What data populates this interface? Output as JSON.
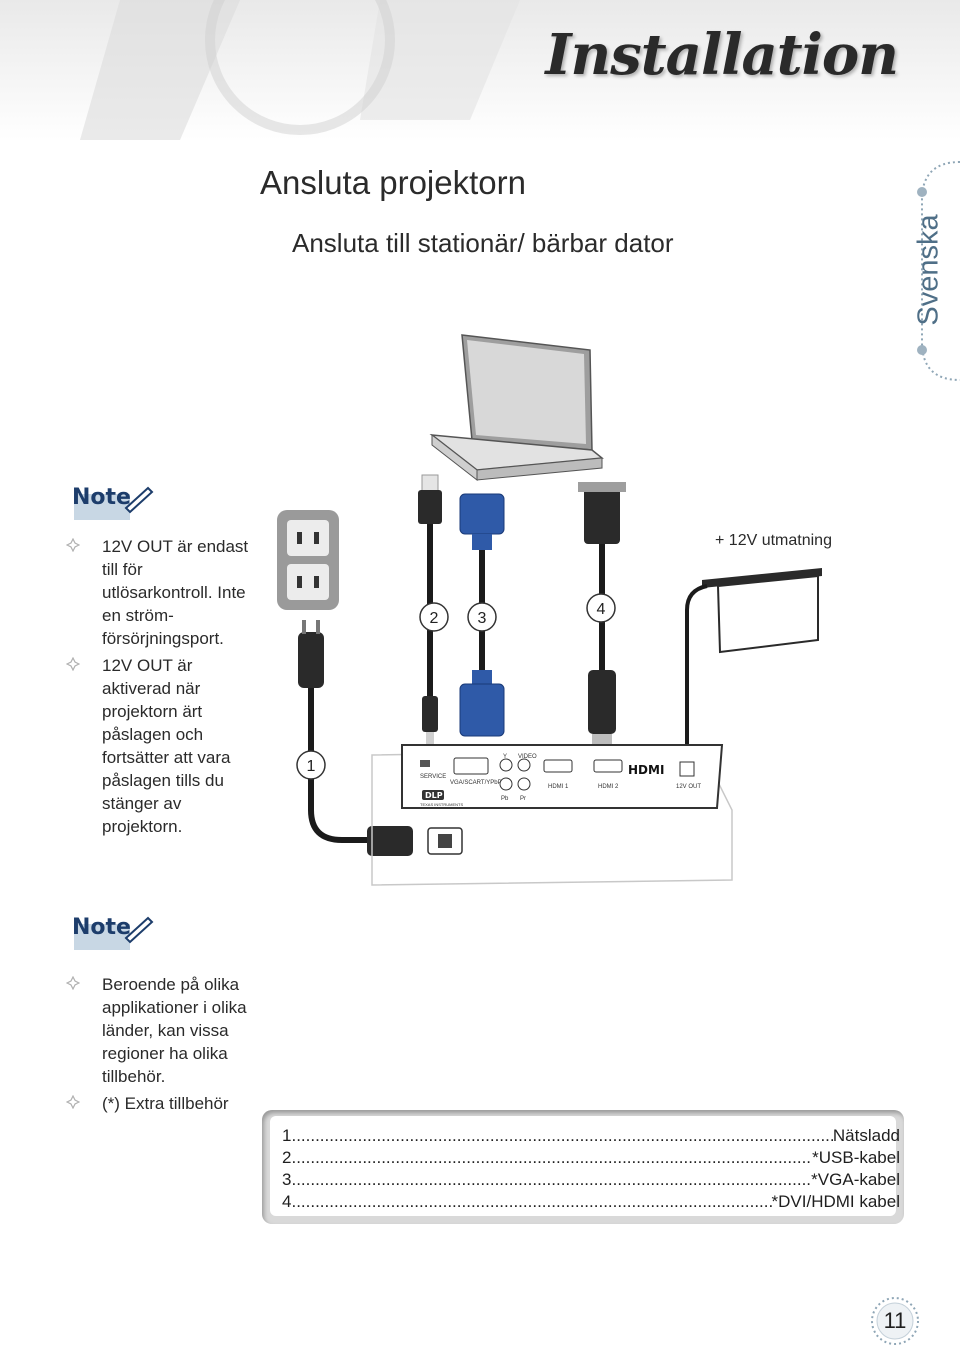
{
  "header": {
    "title": "Installation"
  },
  "side_tab": {
    "label": "Svenska"
  },
  "section": {
    "title": "Ansluta projektorn",
    "subtitle": "Ansluta till stationär/ bärbar dator"
  },
  "note_logo_text": "Note",
  "notes_top": [
    "12V OUT är endast till för utlösarkontroll. Inte en ström-försörjningsport.",
    "12V OUT är aktiverad när projektorn ärt påslagen och fortsätter att vara påslagen tills du stänger av projektorn."
  ],
  "notes_bottom": [
    "Beroende på olika applikationer i olika länder, kan vissa regioner ha olika tillbehör.",
    "(*) Extra tillbehör"
  ],
  "diagram": {
    "output_label": "+ 12V utmatning",
    "callouts": [
      "1",
      "2",
      "3",
      "4"
    ],
    "panel_labels": [
      "SERVICE",
      "VGA/SCART/YPbPr",
      "Y",
      "VIDEO",
      "Pb",
      "Pr",
      "HDMI 1",
      "HDMI 2",
      "12V OUT"
    ],
    "logos": [
      "DLP",
      "HDMI",
      "TEXAS INSTRUMENTS"
    ]
  },
  "legend": [
    {
      "num": "1",
      "item": "Nätsladd"
    },
    {
      "num": "2",
      "item": "*USB-kabel"
    },
    {
      "num": "3",
      "item": "*VGA-kabel"
    },
    {
      "num": "4",
      "item": "*DVI/HDMI kabel"
    }
  ],
  "page_number": "11",
  "colors": {
    "accent": "#4f6f87",
    "text": "#2a2a2a",
    "bullet": "#bfbfbf"
  },
  "icons": [
    "laptop-icon",
    "wall-outlet-icon",
    "power-plug-icon",
    "usb-connector-icon",
    "vga-connector-icon",
    "dvi-connector-icon",
    "hdmi-connector-icon",
    "screen-icon",
    "projector-icon",
    "note-icon",
    "pencil-icon",
    "diamond-bullet-icon"
  ]
}
